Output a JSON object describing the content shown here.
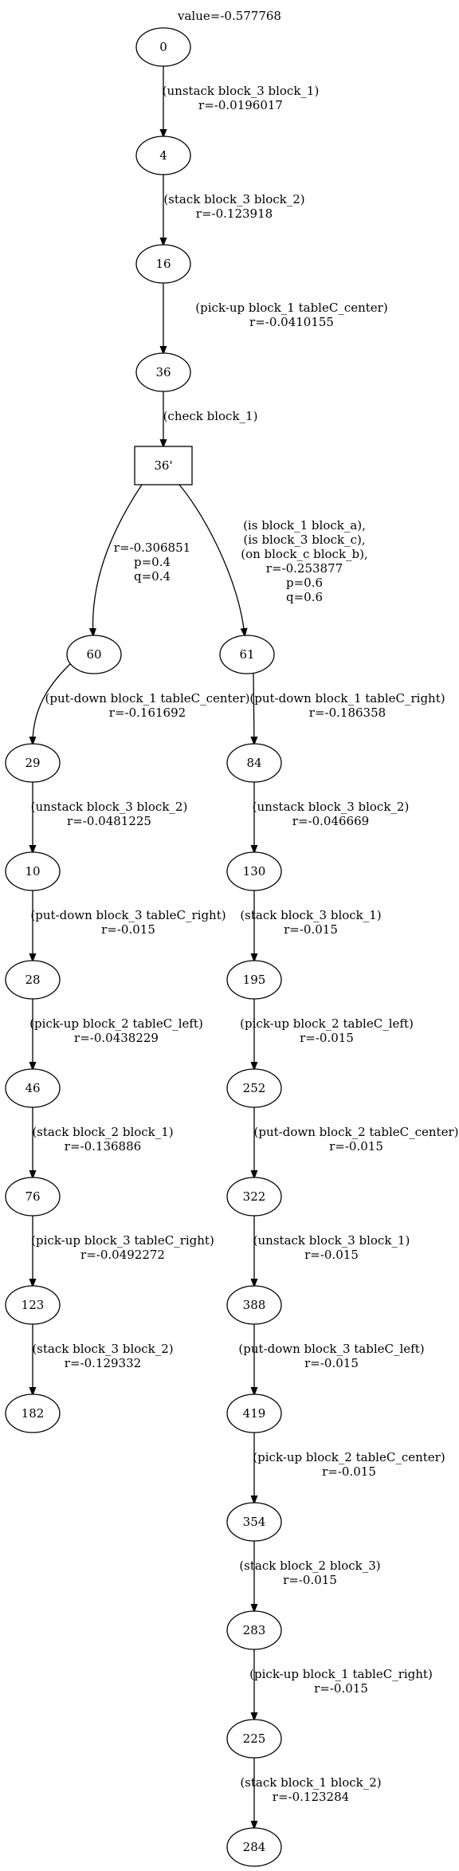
{
  "graph": {
    "title": "value=-0.577768",
    "nodes": [
      {
        "id": "n0",
        "label": "0",
        "shape": "ellipse"
      },
      {
        "id": "n4",
        "label": "4",
        "shape": "ellipse"
      },
      {
        "id": "n16",
        "label": "16",
        "shape": "ellipse"
      },
      {
        "id": "n36",
        "label": "36",
        "shape": "ellipse"
      },
      {
        "id": "n36p",
        "label": "36'",
        "shape": "box"
      },
      {
        "id": "n60",
        "label": "60",
        "shape": "ellipse"
      },
      {
        "id": "n61",
        "label": "61",
        "shape": "ellipse"
      },
      {
        "id": "n29",
        "label": "29",
        "shape": "ellipse"
      },
      {
        "id": "n10",
        "label": "10",
        "shape": "ellipse"
      },
      {
        "id": "n28",
        "label": "28",
        "shape": "ellipse"
      },
      {
        "id": "n46",
        "label": "46",
        "shape": "ellipse"
      },
      {
        "id": "n76",
        "label": "76",
        "shape": "ellipse"
      },
      {
        "id": "n123",
        "label": "123",
        "shape": "ellipse"
      },
      {
        "id": "n182",
        "label": "182",
        "shape": "ellipse"
      },
      {
        "id": "n84",
        "label": "84",
        "shape": "ellipse"
      },
      {
        "id": "n130",
        "label": "130",
        "shape": "ellipse"
      },
      {
        "id": "n195",
        "label": "195",
        "shape": "ellipse"
      },
      {
        "id": "n252",
        "label": "252",
        "shape": "ellipse"
      },
      {
        "id": "n322",
        "label": "322",
        "shape": "ellipse"
      },
      {
        "id": "n388",
        "label": "388",
        "shape": "ellipse"
      },
      {
        "id": "n419",
        "label": "419",
        "shape": "ellipse"
      },
      {
        "id": "n354",
        "label": "354",
        "shape": "ellipse"
      },
      {
        "id": "n283",
        "label": "283",
        "shape": "ellipse"
      },
      {
        "id": "n225",
        "label": "225",
        "shape": "ellipse"
      },
      {
        "id": "n284",
        "label": "284",
        "shape": "ellipse"
      }
    ],
    "edges": [
      {
        "from": "n0",
        "to": "n4",
        "label": [
          "(unstack block_3 block_1)",
          "r=-0.0196017"
        ]
      },
      {
        "from": "n4",
        "to": "n16",
        "label": [
          "(stack block_3 block_2)",
          "r=-0.123918"
        ]
      },
      {
        "from": "n16",
        "to": "n36",
        "label": [
          "(pick-up block_1 tableC_center)",
          "r=-0.0410155"
        ]
      },
      {
        "from": "n36",
        "to": "n36p",
        "label": [
          "(check block_1)"
        ]
      },
      {
        "from": "n36p",
        "to": "n60",
        "label": [
          "r=-0.306851",
          "p=0.4",
          "q=0.4"
        ]
      },
      {
        "from": "n36p",
        "to": "n61",
        "label": [
          "(is block_1 block_a),",
          "(is block_3 block_c),",
          "(on block_c block_b),",
          "r=-0.253877",
          "p=0.6",
          "q=0.6"
        ]
      },
      {
        "from": "n60",
        "to": "n29",
        "label": [
          "(put-down block_1 tableC_center)",
          "r=-0.161692"
        ]
      },
      {
        "from": "n29",
        "to": "n10",
        "label": [
          "(unstack block_3 block_2)",
          "r=-0.0481225"
        ]
      },
      {
        "from": "n10",
        "to": "n28",
        "label": [
          "(put-down block_3 tableC_right)",
          "r=-0.015"
        ]
      },
      {
        "from": "n28",
        "to": "n46",
        "label": [
          "(pick-up block_2 tableC_left)",
          "r=-0.0438229"
        ]
      },
      {
        "from": "n46",
        "to": "n76",
        "label": [
          "(stack block_2 block_1)",
          "r=-0.136886"
        ]
      },
      {
        "from": "n76",
        "to": "n123",
        "label": [
          "(pick-up block_3 tableC_right)",
          "r=-0.0492272"
        ]
      },
      {
        "from": "n123",
        "to": "n182",
        "label": [
          "(stack block_3 block_2)",
          "r=-0.129332"
        ]
      },
      {
        "from": "n61",
        "to": "n84",
        "label": [
          "(put-down block_1 tableC_right)",
          "r=-0.186358"
        ]
      },
      {
        "from": "n84",
        "to": "n130",
        "label": [
          "(unstack block_3 block_2)",
          "r=-0.046669"
        ]
      },
      {
        "from": "n130",
        "to": "n195",
        "label": [
          "(stack block_3 block_1)",
          "r=-0.015"
        ]
      },
      {
        "from": "n195",
        "to": "n252",
        "label": [
          "(pick-up block_2 tableC_left)",
          "r=-0.015"
        ]
      },
      {
        "from": "n252",
        "to": "n322",
        "label": [
          "(put-down block_2 tableC_center)",
          "r=-0.015"
        ]
      },
      {
        "from": "n322",
        "to": "n388",
        "label": [
          "(unstack block_3 block_1)",
          "r=-0.015"
        ]
      },
      {
        "from": "n388",
        "to": "n419",
        "label": [
          "(put-down block_3 tableC_left)",
          "r=-0.015"
        ]
      },
      {
        "from": "n419",
        "to": "n354",
        "label": [
          "(pick-up block_2 tableC_center)",
          "r=-0.015"
        ]
      },
      {
        "from": "n354",
        "to": "n283",
        "label": [
          "(stack block_2 block_3)",
          "r=-0.015"
        ]
      },
      {
        "from": "n283",
        "to": "n225",
        "label": [
          "(pick-up block_1 tableC_right)",
          "r=-0.015"
        ]
      },
      {
        "from": "n225",
        "to": "n284",
        "label": [
          "(stack block_1 block_2)",
          "r=-0.123284"
        ]
      }
    ]
  }
}
